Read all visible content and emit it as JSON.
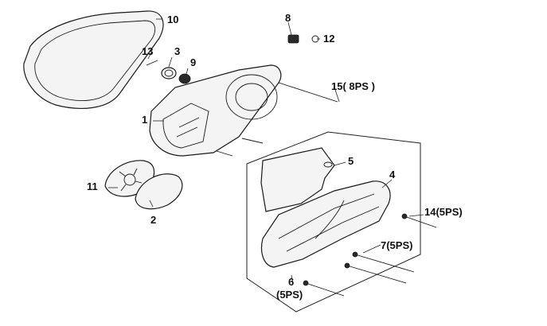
{
  "callouts": {
    "c1": "1",
    "c2": "2",
    "c3": "3",
    "c4": "4",
    "c5": "5",
    "c6": "6",
    "c6_sub": "(5PS)",
    "c7": "7(5PS)",
    "c8": "8",
    "c9": "9",
    "c10": "10",
    "c11": "11",
    "c12": "12",
    "c13": "13",
    "c14": "14(5PS)",
    "c15": "15( 8PS )"
  }
}
